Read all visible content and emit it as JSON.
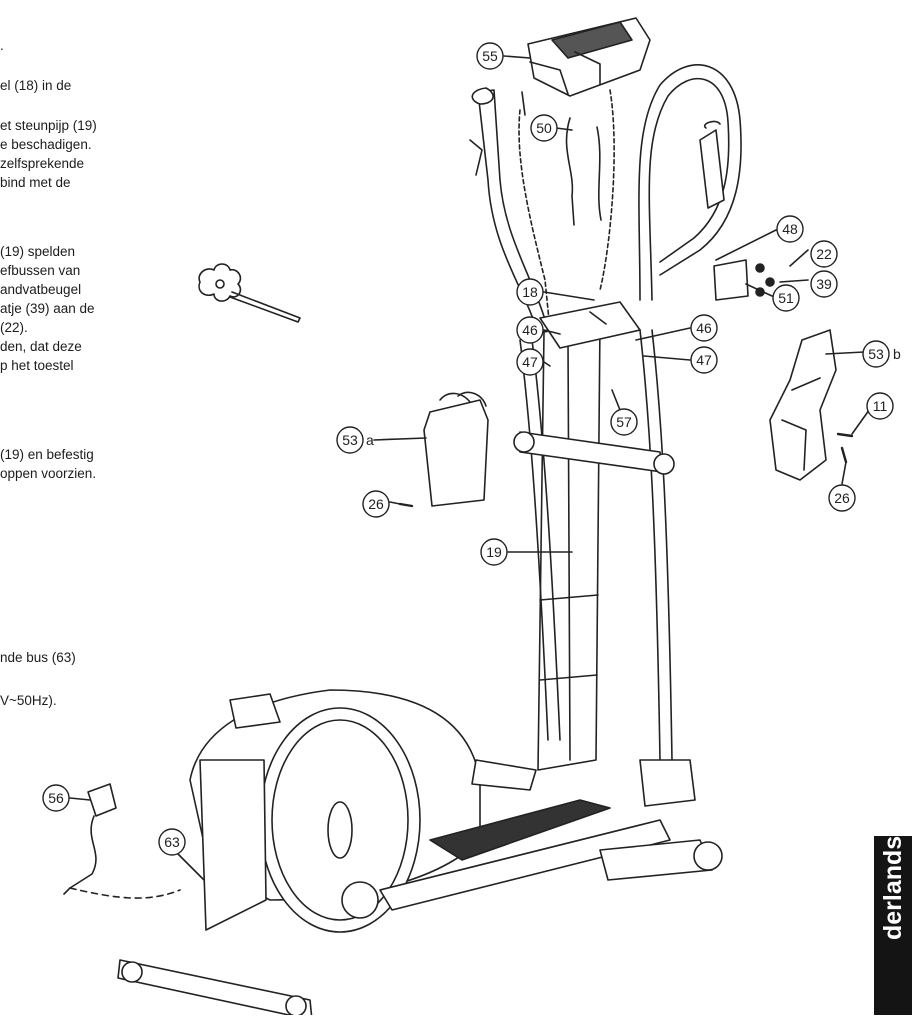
{
  "manual": {
    "lines": [
      ".",
      "el (18) in de",
      "et steunpijp (19)",
      "e beschadigen.",
      "zelfsprekende",
      "bind met de",
      "(19)  spelden",
      "efbussen van",
      "andvatbeugel",
      "atje  (39)  aan  de",
      "(22).",
      "den, dat deze",
      "p het toestel",
      "(19) en befestig",
      "oppen voorzien.",
      "nde bus (63)",
      "V~50Hz)."
    ],
    "language_tab": "derlands"
  },
  "diagram": {
    "callouts": [
      {
        "id": "55",
        "label": "55"
      },
      {
        "id": "50",
        "label": "50"
      },
      {
        "id": "48",
        "label": "48"
      },
      {
        "id": "22",
        "label": "22"
      },
      {
        "id": "39",
        "label": "39"
      },
      {
        "id": "51",
        "label": "51"
      },
      {
        "id": "18",
        "label": "18"
      },
      {
        "id": "46a",
        "label": "46"
      },
      {
        "id": "46b",
        "label": "46"
      },
      {
        "id": "47a",
        "label": "47"
      },
      {
        "id": "47b",
        "label": "47"
      },
      {
        "id": "53b",
        "label": "53",
        "suffix": "b"
      },
      {
        "id": "11",
        "label": "11"
      },
      {
        "id": "57",
        "label": "57"
      },
      {
        "id": "53a",
        "label": "53",
        "suffix": "a"
      },
      {
        "id": "26a",
        "label": "26"
      },
      {
        "id": "26b",
        "label": "26"
      },
      {
        "id": "19",
        "label": "19"
      },
      {
        "id": "56",
        "label": "56"
      },
      {
        "id": "63",
        "label": "63"
      }
    ]
  }
}
